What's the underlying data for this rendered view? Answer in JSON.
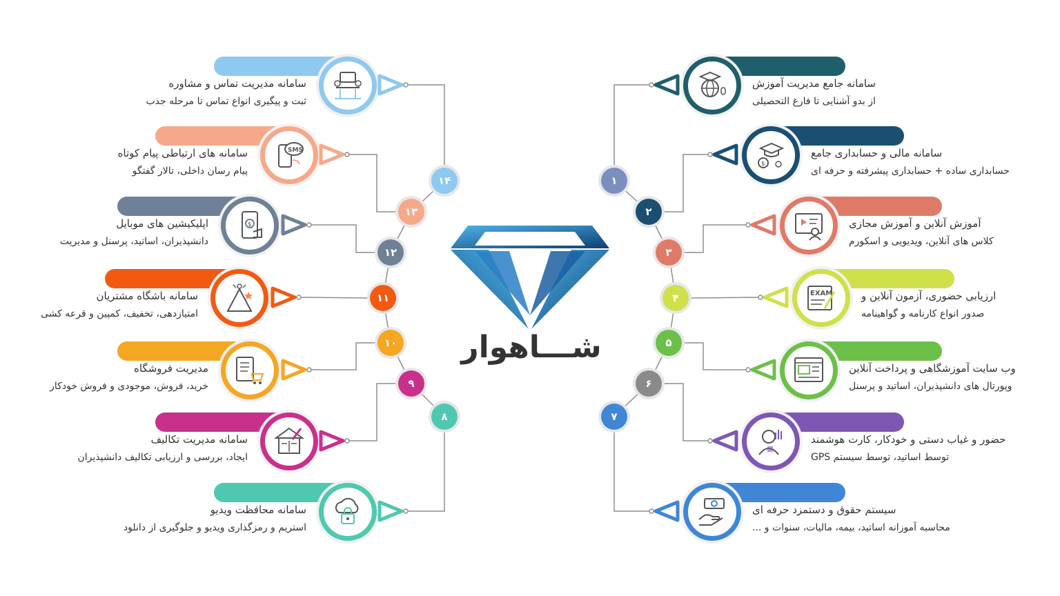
{
  "brand": {
    "name": "شـــاهوار"
  },
  "right_items": [
    {
      "num": "۱",
      "title": "سامانه جامع مدیریت آموزش",
      "desc": "از بدو آشنایی تا فارغ التحصیلی",
      "color": "#1f5f6b",
      "node_color": "#7a8fbf",
      "icon": "graduation-globe-icon"
    },
    {
      "num": "۲",
      "title": "سامانه مالی و حسابداری جامع",
      "desc": "حسابداری ساده +  حسابداری پیشرفته و حرفه ای",
      "color": "#1b4f72",
      "node_color": "#1b4f72",
      "icon": "graduation-money-icon"
    },
    {
      "num": "۳",
      "title": "آموزش آنلاین و آموزش مجازی",
      "desc": "کلاس های آنلاین، ویدیویی و اسکورم",
      "color": "#e07a68",
      "node_color": "#e07a68",
      "icon": "online-class-icon"
    },
    {
      "num": "۴",
      "title": "ارزیابی حضوری، آزمون آنلاین و",
      "desc": "صدور انواع کارنامه و گواهینامه",
      "color": "#cfe04a",
      "node_color": "#cfe04a",
      "icon": "exam-icon"
    },
    {
      "num": "۵",
      "title": "وب سایت آموزشگاهی و پرداخت آنلاین",
      "desc": "وپورتال های دانشپذیران، اساتید و پرسنل",
      "color": "#6cc04a",
      "node_color": "#6cc04a",
      "icon": "website-icon"
    },
    {
      "num": "۶",
      "title": "حضور و غیاب دستی و خودکار، کارت هوشمند",
      "desc": "توسط اساتید، توسط سیستم GPS",
      "color": "#7e57b5",
      "node_color": "#8a8a8a",
      "icon": "attendance-icon"
    },
    {
      "num": "۷",
      "title": "سیستم حقوق و دستمزد حرفه ای",
      "desc": "محاسبه آموزانه اساتید، بیمه، مالیات، سنوات و ...",
      "color": "#3f87d6",
      "node_color": "#3f87d6",
      "icon": "salary-icon"
    }
  ],
  "left_items": [
    {
      "num": "۱۴",
      "title": "سامانه مدیریت تماس و مشاوره",
      "desc": "ثبت و پیگیری انواع تماس تا مرحله جذب",
      "color": "#8ec9f0",
      "node_color": "#8ec9f0",
      "icon": "meeting-icon"
    },
    {
      "num": "۱۳",
      "title": "سامانه های ارتباطی پیام کوتاه",
      "desc": "پیام رسان داخلی، تالار گفتگو",
      "color": "#f5a98a",
      "node_color": "#f5a98a",
      "icon": "sms-icon"
    },
    {
      "num": "۱۲",
      "title": "اپلیکیشین های موبایل",
      "desc": "دانشپذیران، اساتید، پرسنل و مدیریت",
      "color": "#6f8196",
      "node_color": "#6f8196",
      "icon": "mobile-app-icon"
    },
    {
      "num": "۱۱",
      "title": "سامانه باشگاه مشتریان",
      "desc": "امتیازدهی، تخفیف، کمپین و قرعه کشی",
      "color": "#f25a12",
      "node_color": "#f25a12",
      "icon": "club-icon"
    },
    {
      "num": "۱۰",
      "title": "مدیریت فروشگاه",
      "desc": "خرید، فروش، موجودی و فروش خودکار",
      "color": "#f5a623",
      "node_color": "#f5a623",
      "icon": "shop-icon"
    },
    {
      "num": "۹",
      "title": "سامانه مدیریت تکالیف",
      "desc": "ایجاد، بررسی و ارزیابی تکالیف دانشپذیران",
      "color": "#c9308c",
      "node_color": "#c9308c",
      "icon": "homework-icon"
    },
    {
      "num": "۸",
      "title": "سامانه محافظت ویدیو",
      "desc": "استریم و رمزگذاری ویدیو و جلوگیری از دانلود",
      "color": "#4ec9b0",
      "node_color": "#4ec9b0",
      "icon": "video-lock-icon"
    }
  ]
}
